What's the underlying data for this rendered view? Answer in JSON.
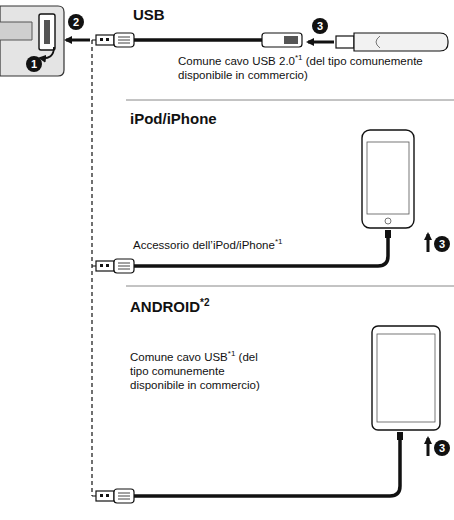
{
  "diagram": {
    "labels": [
      "USB",
      "Comune cavo USB 2.0",
      "*1",
      "(del tipo comunemente disponibile in commercio)",
      "iPod/iPhone",
      "Accessorio dell’iPod/iPhone",
      "*1",
      "ANDROID",
      "*2",
      "Comune cavo USB",
      "*1",
      "(del tipo comunemente disponibile in commercio)",
      "1",
      "2",
      "3",
      "3",
      "3"
    ]
  }
}
